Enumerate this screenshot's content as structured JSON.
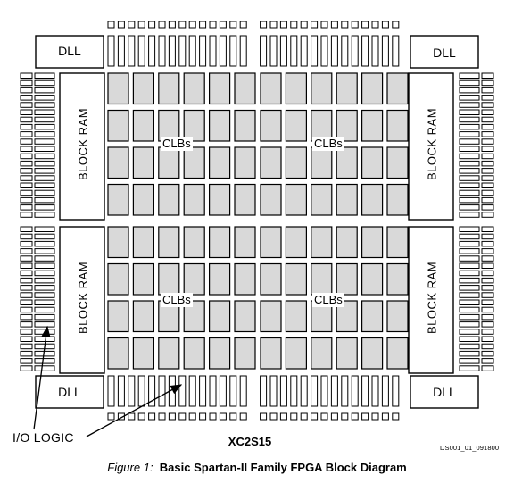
{
  "figure": {
    "dll_labels": [
      "DLL",
      "DLL",
      "DLL",
      "DLL"
    ],
    "block_ram_labels": [
      "BLOCK RAM",
      "BLOCK RAM",
      "BLOCK RAM",
      "BLOCK RAM"
    ],
    "clb_labels": [
      "CLBs",
      "CLBs",
      "CLBs",
      "CLBs"
    ],
    "io_logic_label": "I/O LOGIC",
    "chip_name": "XC2S15",
    "doc_code": "DS001_01_091800",
    "caption_prefix": "Figure 1:",
    "caption_title": "Basic Spartan-II Family FPGA Block Diagram"
  },
  "colors": {
    "clb_fill": "#d9d9d9",
    "outline": "#000000",
    "background": "#ffffff"
  }
}
